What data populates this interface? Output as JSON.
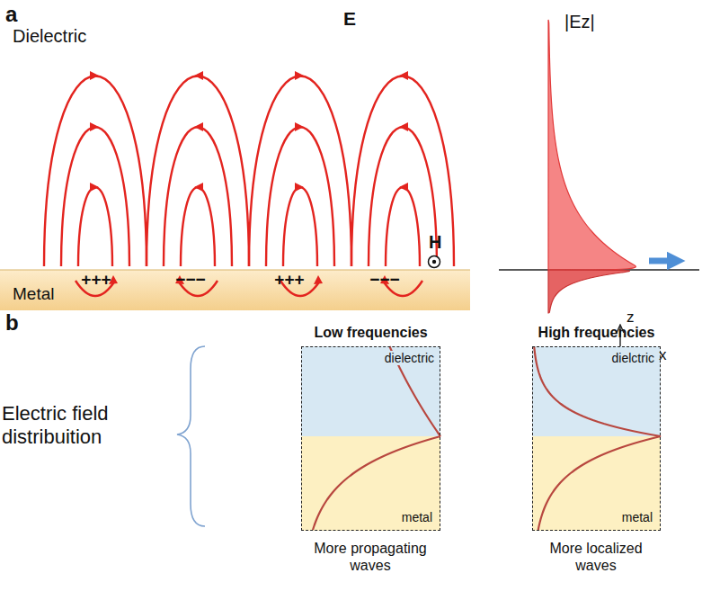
{
  "diagram": {
    "nodes": [
      {
        "text": [
          "Metal"
        ]
      },
      {
        "text": [
          "Low frequencies"
        ]
      },
      {
        "text": [
          "dielectric"
        ],
        "in": 1
      },
      {
        "text": [
          "metal"
        ],
        "in": 1
      },
      {
        "text": [
          "High frequencies"
        ]
      },
      {
        "text": [
          "dielctric"
        ],
        "in": 4
      },
      {
        "text": [
          "metal"
        ],
        "in": 4
      }
    ],
    "labels": [
      "a",
      "Dielectric",
      "E",
      "H",
      "+++",
      "−−−",
      "+++",
      "−−−",
      "|Ez|",
      "z",
      "x",
      "b",
      "Electric field distribuition",
      "More propagating waves",
      "More localized waves"
    ]
  }
}
